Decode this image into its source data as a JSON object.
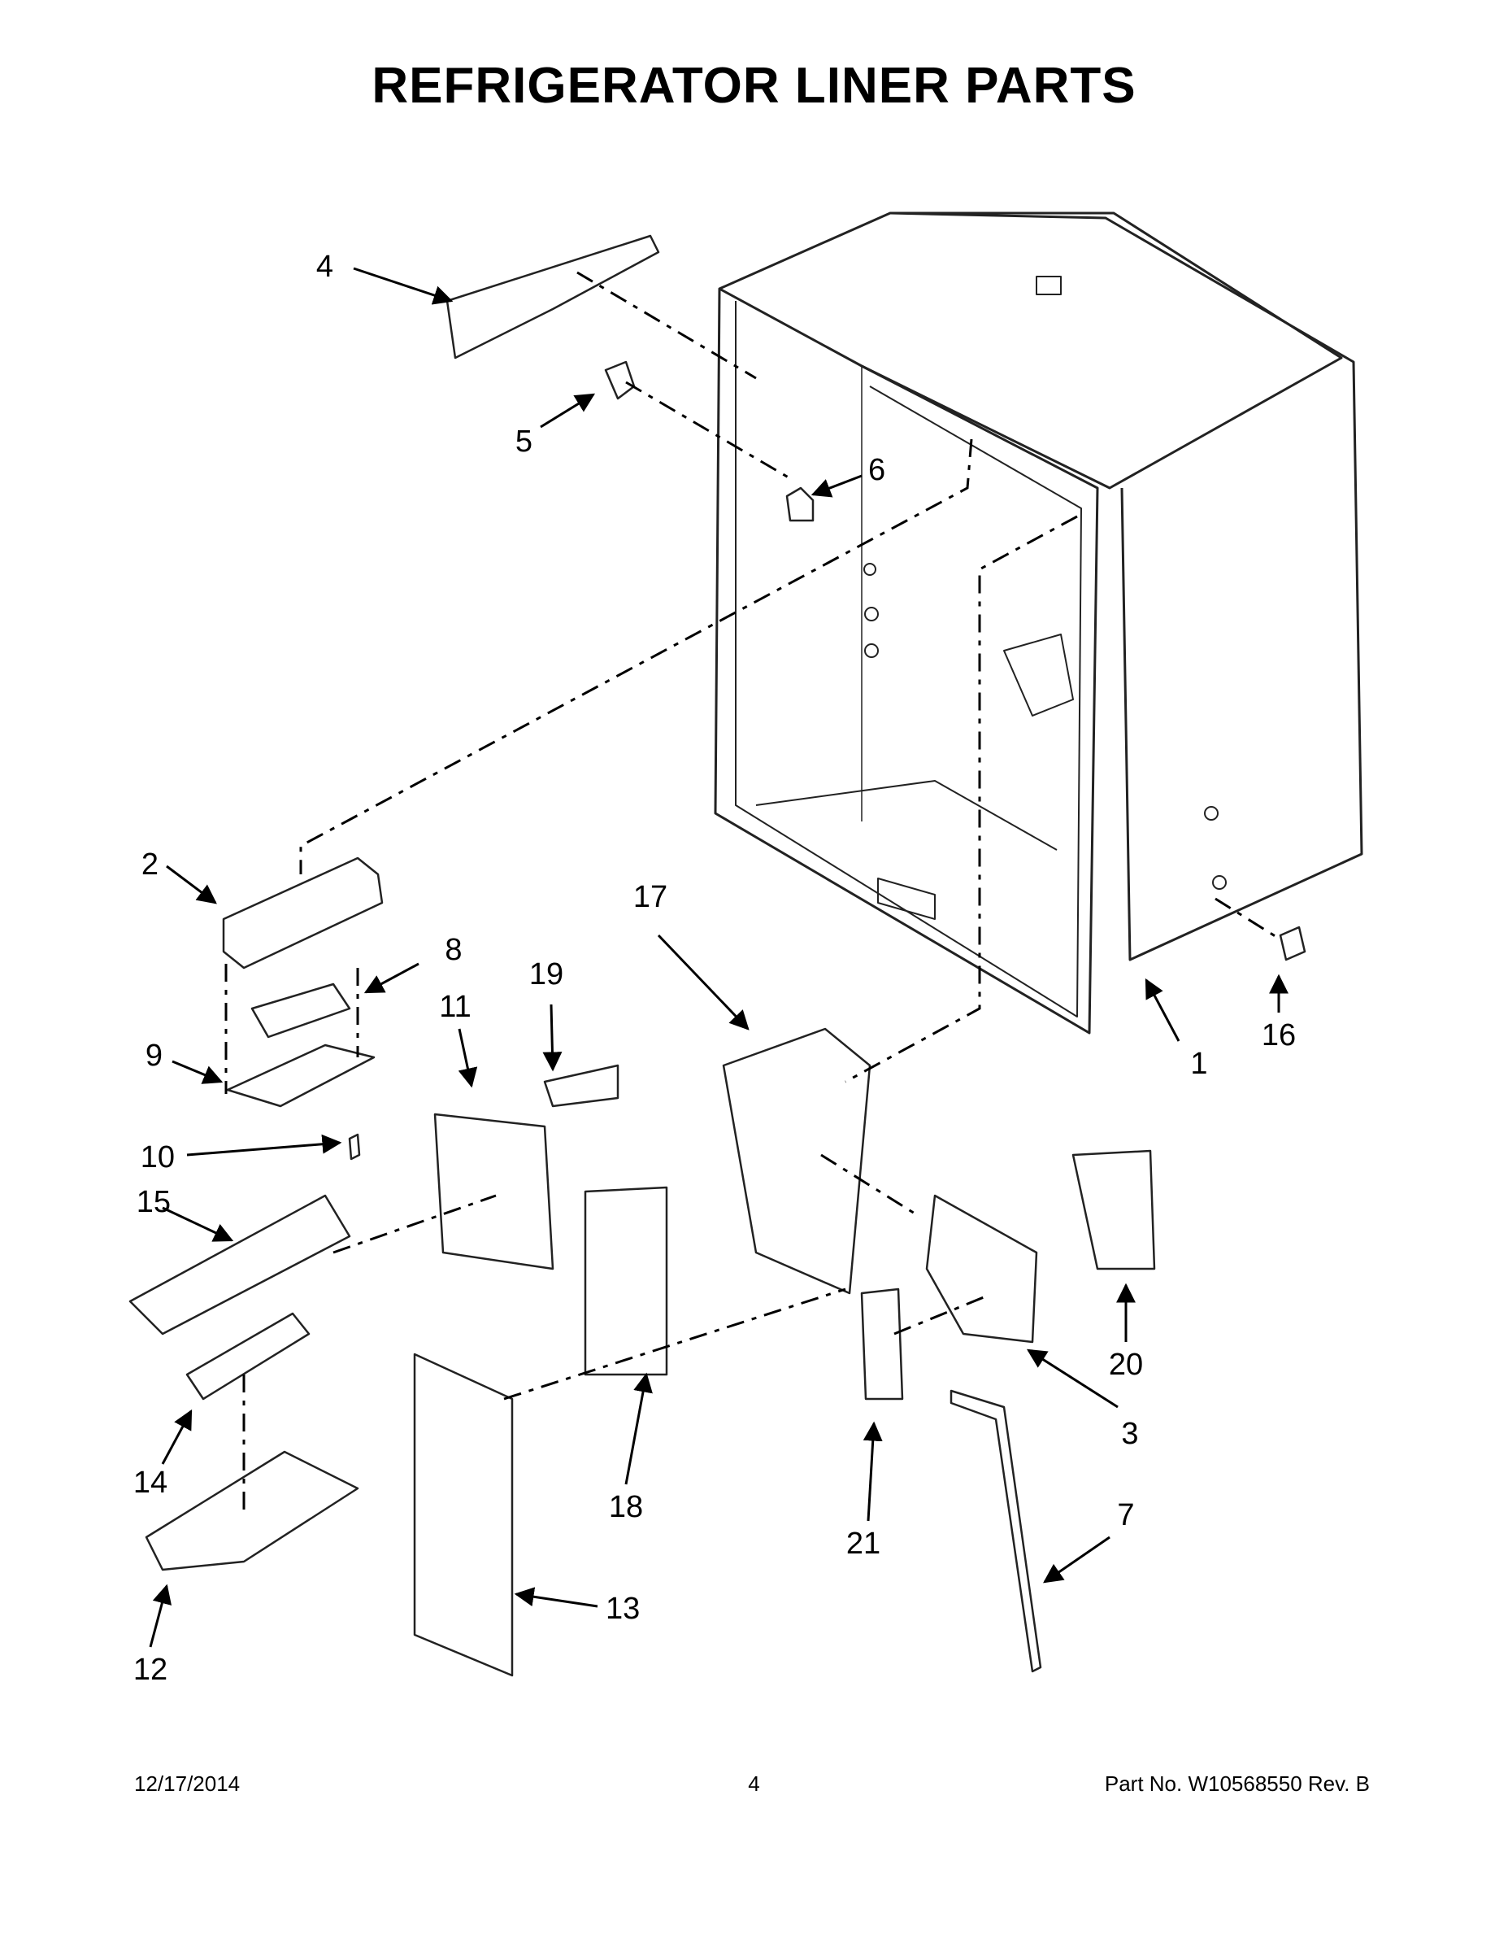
{
  "title": "REFRIGERATOR LINER PARTS",
  "footer": {
    "date": "12/17/2014",
    "page": "4",
    "part_no": "Part No.  W10568550  Rev.  B"
  },
  "callouts": [
    "1",
    "2",
    "3",
    "4",
    "5",
    "6",
    "7",
    "8",
    "9",
    "10",
    "11",
    "12",
    "13",
    "14",
    "15",
    "16",
    "17",
    "18",
    "19",
    "20",
    "21"
  ]
}
